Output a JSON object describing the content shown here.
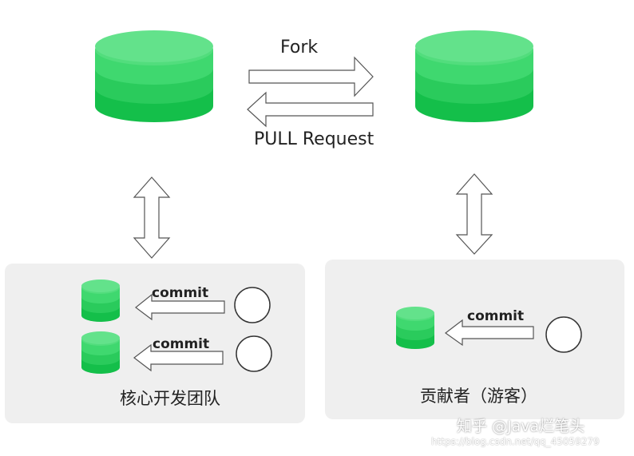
{
  "diagram": {
    "fork_label": "Fork",
    "pull_request_label": "PULL Request",
    "commit_label": "commit",
    "core_team_label": "核心开发团队",
    "contributor_label": "贡献者（游客）"
  },
  "watermark": {
    "main": "知乎 @Java烂笔头",
    "url": "https://blog.csdn.net/qq_45059279"
  },
  "colors": {
    "db_top": "#63e28b",
    "db_mid": "#3fd86f",
    "db_low": "#2acb5c",
    "db_bottom": "#14bf4a",
    "panel_bg": "#efefef",
    "arrow_stroke": "#555555"
  }
}
